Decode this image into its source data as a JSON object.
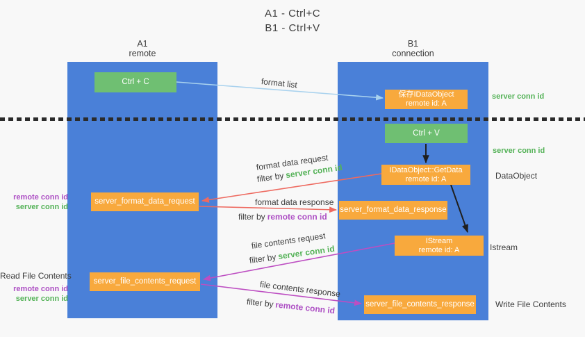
{
  "title": {
    "line1": "A1 - Ctrl+C",
    "line2": "B1 - Ctrl+V"
  },
  "lanes": {
    "left": {
      "name": "A1",
      "subtitle": "remote"
    },
    "right": {
      "name": "B1",
      "subtitle": "connection"
    }
  },
  "nodes": {
    "ctrl_c": "Ctrl + C",
    "save_dataobject": {
      "line1": "保存IDataObject",
      "line2": "remote id: A"
    },
    "ctrl_v": "Ctrl + V",
    "getdata": {
      "line1": "IDataObject::GetData",
      "line2": "remote id: A"
    },
    "format_request": "server_format_data_request",
    "format_response": "server_format_data_response",
    "istream": {
      "line1": "IStream",
      "line2": "remote id: A"
    },
    "file_request": "server_file_contents_request",
    "file_response": "server_file_contents_response"
  },
  "arrow_labels": {
    "format_list": "format list",
    "format_data_request": "format data request",
    "format_data_response": "format data response",
    "file_contents_request": "file contents request",
    "file_contents_response": "file contents response",
    "filter_by": "filter by",
    "server_conn_id": "server conn id",
    "remote_conn_id": "remote conn id"
  },
  "side_labels": {
    "left_top_remote": "remote conn id",
    "left_top_server": "server conn id",
    "read_file_contents": "Read File Contents",
    "left_bottom_remote": "remote conn id",
    "left_bottom_server": "server conn id",
    "right_server_conn_top": "server conn id",
    "right_server_conn_mid": "server conn id",
    "dataobject": "DataObject",
    "istream": "Istream",
    "write_file_contents": "Write File Contents"
  },
  "colors": {
    "lane_blue": "#4a80d8",
    "node_green": "#6fbf72",
    "node_orange": "#f8a93d",
    "arrow_red": "#ee6a60",
    "arrow_magenta": "#bd4ec2",
    "arrow_light_blue": "#a9d2ee",
    "arrow_black": "#1f1f1f",
    "text_green": "#54b257",
    "text_purple": "#ad4fc4",
    "divider_black": "#2b2b2b",
    "background": "#f8f8f8"
  }
}
